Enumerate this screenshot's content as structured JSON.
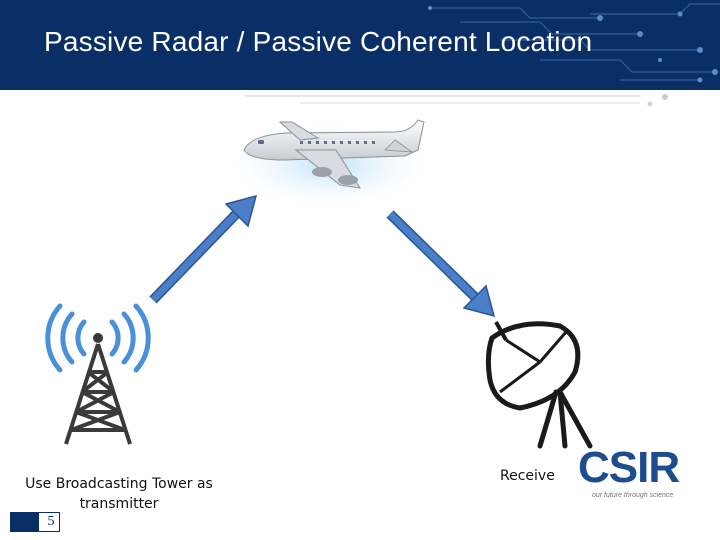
{
  "slide": {
    "title": "Passive Radar / Passive Coherent Location",
    "number": "5"
  },
  "captions": {
    "transmitter": "Use Broadcasting Tower as transmitter",
    "receiver": "Receive"
  },
  "logo": {
    "wordmark": "CSIR",
    "tagline": "our future through science"
  },
  "colors": {
    "header": "#0a2f66",
    "arrow": "#4a7fc8",
    "arrow_edge": "#2a5596",
    "signal": "#4a90d9",
    "logo": "#1e4d8f"
  },
  "icons": [
    "airplane-icon",
    "broadcast-tower-icon",
    "satellite-dish-icon"
  ]
}
